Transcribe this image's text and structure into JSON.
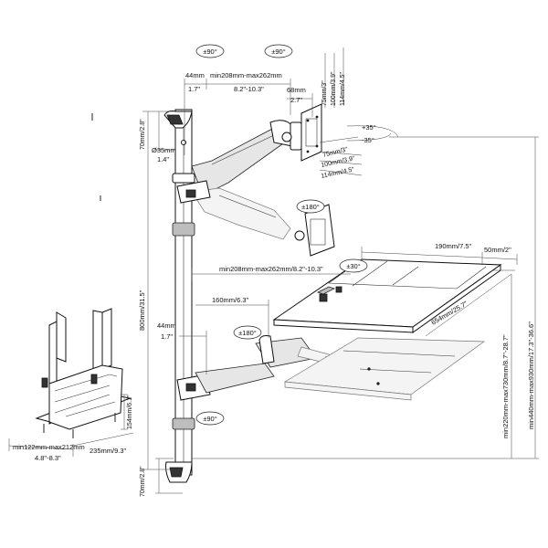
{
  "dimensions": {
    "tilt_top_left": "±90°",
    "tilt_top_right": "±90°",
    "arm_offset": "44mm",
    "arm_offset_in": "1.7\"",
    "arm_range": "min208mm-max262mm",
    "arm_range_in": "8.2\"-10.3\"",
    "depth_68": "68mm",
    "depth_68_in": "2.7\"",
    "vesa_75_top": "75mm/3\"",
    "vesa_100_top": "100mm/3.9\"",
    "vesa_114_top": "114mm/4.5\"",
    "tilt_plus": "+35°",
    "tilt_minus": "-35°",
    "vesa_75_bottom": "75mm/3\"",
    "vesa_100_bottom": "100mm/3.9\"",
    "vesa_114_bottom": "114mm/4.5\"",
    "top_cap": "70mm/2.8\"",
    "pole_diameter": "Ø35mm",
    "pole_diameter_in": "1.4\"",
    "rotate_180_top": "±180°",
    "pole_height": "800mm/31.5\"",
    "tray_depth": "190mm/7.5\"",
    "tray_lip": "50mm/2\"",
    "tray_arm_range": "min208mm-max262mm/8.2\"-10.3\"",
    "tray_tilt": "±30°",
    "tray_width": "654mm/25.7\"",
    "arm2_length": "160mm/6.3\"",
    "arm2_offset": "44mm",
    "arm2_offset_in": "1.7\"",
    "rotate_180_bottom": "±180°",
    "tray_height_range": "min220mm-max730mm/8.7\"-28.7\"",
    "total_height_range": "min440mm-max930mm/17.3\"-36.6\"",
    "rotate_90_bottom": "±90°",
    "bottom_cap": "70mm/2.8\"",
    "cpu_height": "154mm/6.1\"",
    "cpu_depth": "235mm/9.3\"",
    "cpu_width_range": "min122mm-max212mm",
    "cpu_width_range_in": "4.8\"-8.3\""
  },
  "icons": {
    "rotate": "rotate-arrow-icon"
  }
}
